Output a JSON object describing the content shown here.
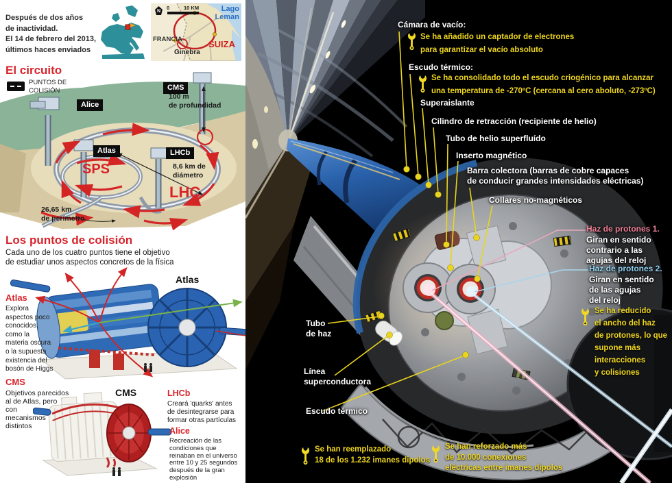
{
  "left": {
    "intro": "Después de dos años\nde inactividad.\nEl 14 de febrero del 2013,\núltimos haces enviados",
    "maps": {
      "lago": "Lago\nLeman",
      "francia": "FRANCIA",
      "suiza": "SUIZA",
      "ginebra": "Ginebra",
      "compass_n": "N",
      "scale_zero": "0",
      "scale_ten": "10 KM"
    },
    "circuit": {
      "title": "El circuito",
      "legend": "PUNTOS DE\nCOLISIÓN",
      "alice": "Alice",
      "cms": "CMS",
      "atlas": "Atlas",
      "lhcb": "LHCb",
      "sps": "SPS",
      "lhc": "LHC",
      "depth": "100 m\nde profundidad",
      "diameter": "8,6 km de\ndiámetro",
      "perimeter": "26,65 km\nde perímetro"
    },
    "collision": {
      "title": "Los puntos de colisión",
      "subtitle": "Cada uno de los cuatro puntos tiene el objetivo\nde estudiar unos aspectos concretos de la física",
      "atlas_name": "Atlas",
      "atlas_desc": "Explora\naspectos poco\nconocidos,\ncomo la\nmateria oscura\no la supuesta\nexistencia del\nbosón de Higgs",
      "atlas_diagram_label": "Atlas",
      "cms_name": "CMS",
      "cms_desc": "Objetivos parecidos\nal de Atlas, pero\ncon\nmecanismos\ndistintos",
      "cms_diagram_label": "CMS",
      "lhcb_name": "LHCb",
      "lhcb_desc": "Creará 'quarks' antes\nde desintegrarse para\nformar otras partículas",
      "alice_name": "Alice",
      "alice_desc": "Recreación de las\ncondiciones que\nreinaban en el universo\nentre 10 y 25 segundos\ndespués de la gran\nexplosión"
    }
  },
  "right": {
    "camara_title": "Cámara de vacío:",
    "camara_note": "Se ha añadido un captador de electrones\npara garantizar el vacío absoluto",
    "escudo_title": "Escudo térmico:",
    "escudo_note": "Se ha consolidado todo el escudo criogénico para alcanzar\nuna temperatura de -270ºC (cercana al cero aboluto, -273ºC)",
    "superaislante": "Superaislante",
    "cilindro": "Cilindro de retracción (recipiente de helio)",
    "tubo_helio": "Tubo de helio superfluído",
    "inserto": "Inserto magnético",
    "barra": "Barra colectora (barras de cobre capaces\nde conducir grandes intensidades eléctricas)",
    "collares": "Collares no-magnéticos",
    "haz1_title": "Haz de protones 1.",
    "haz1_desc": "Giran en sentido\ncontrario a las\nagujas del reloj",
    "haz2_title": "Haz de protones 2.",
    "haz2_desc": "Giran en sentido\nde las agujas\ndel reloj",
    "reducido_note": "Se ha reducido\nel ancho del haz\nde protones, lo que\nsupone más\ninteracciones\ny colisiones",
    "tubo_haz": "Tubo\nde haz",
    "linea": "Línea\nsuperconductora",
    "escudo_bottom": "Escudo térmico",
    "note_reemplazado": "Se han reemplazado\n18 de los 1.232 imanes dipolos",
    "note_reforzado": "Se han reforzado más\nde 10.000 conexiones\neléctricas entre imanes dipolos"
  },
  "colors": {
    "heading_red": "#d8232a",
    "note_yellow": "#efd61f",
    "haz1_pink": "#ef7f98",
    "haz2_blue": "#8fd0ef"
  }
}
